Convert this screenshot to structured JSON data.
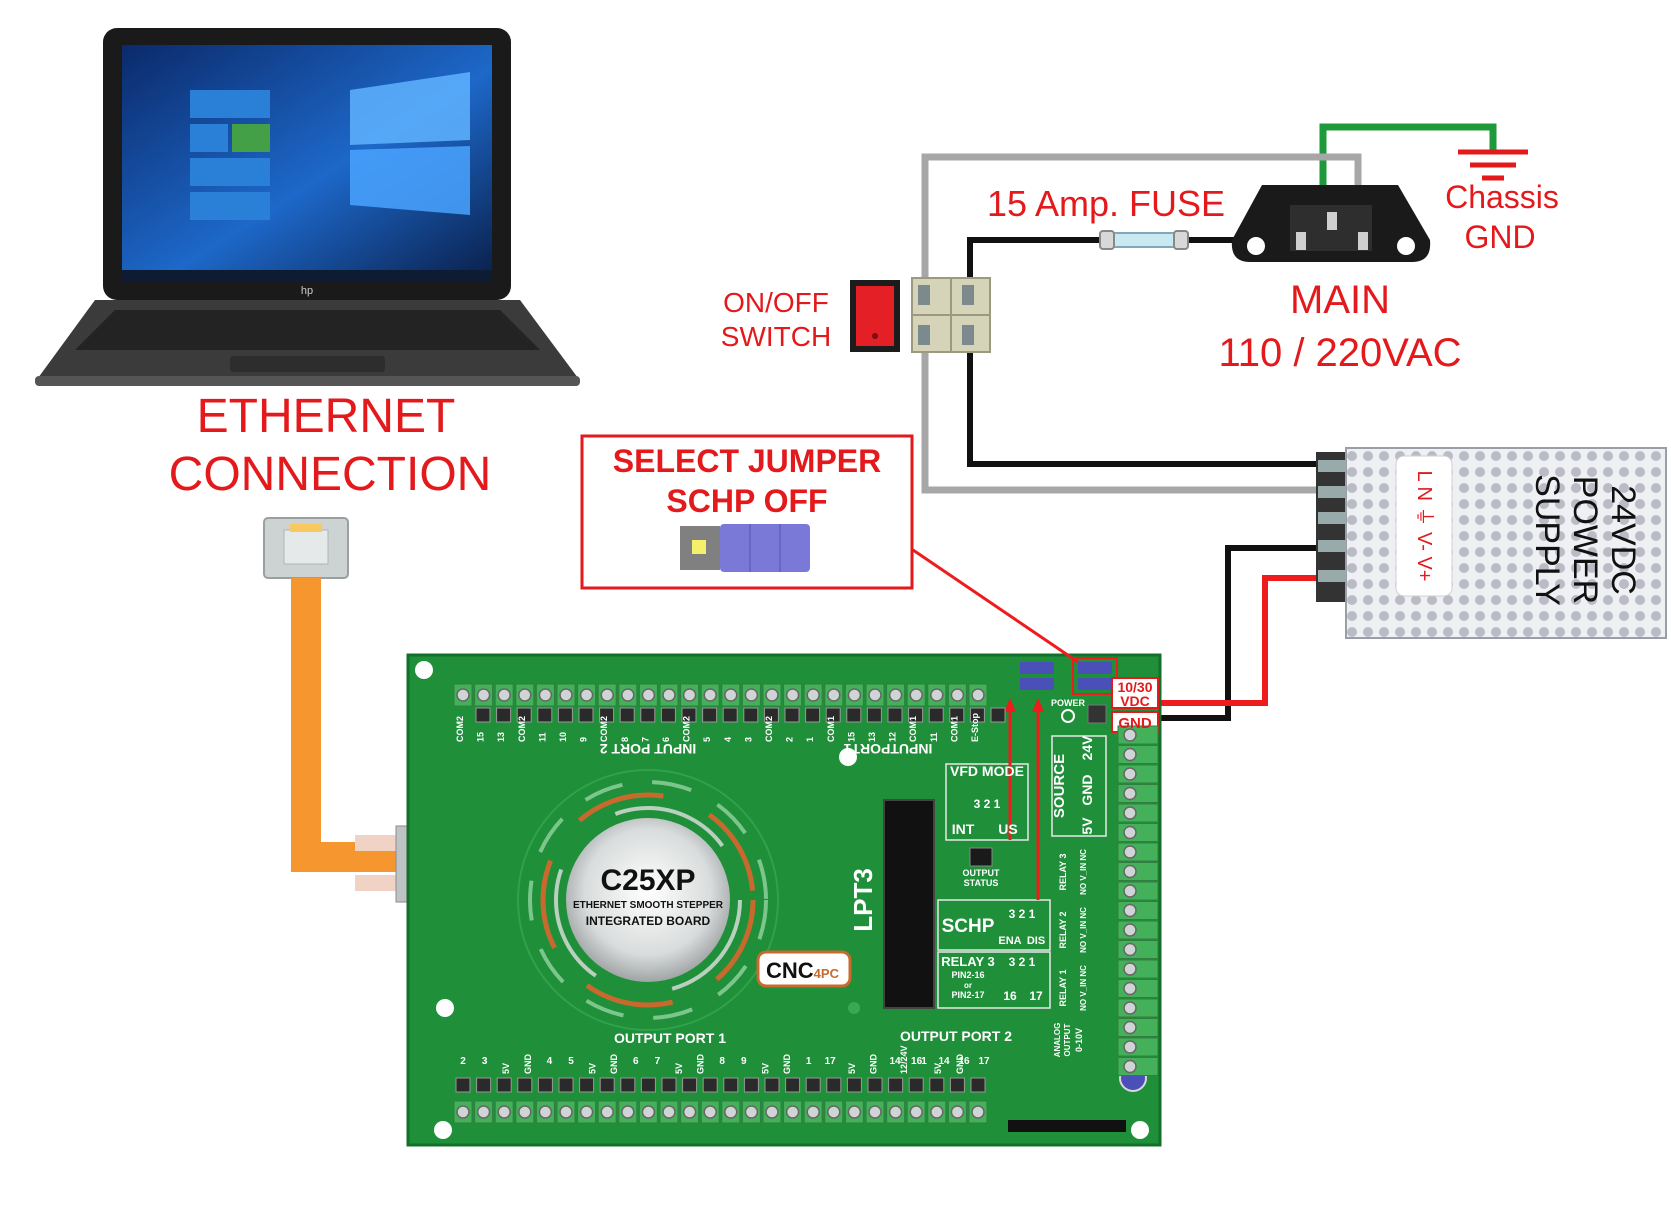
{
  "labels": {
    "ethernet": [
      "ETHERNET",
      "CONNECTION"
    ],
    "select_jumper": [
      "SELECT JUMPER",
      "SCHP OFF"
    ],
    "onoff": [
      "ON/OFF",
      "SWITCH"
    ],
    "fuse": "15 Amp. FUSE",
    "main": [
      "MAIN",
      "110 / 220VAC"
    ],
    "chassis": [
      "Chassis",
      "GND"
    ],
    "power_supply": [
      "24VDC",
      "POWER",
      "SUPPLY"
    ],
    "psu_terminals": "L N ⏚ V- V+",
    "vdc": [
      "10/30",
      "VDC"
    ],
    "gnd": "GND"
  },
  "laptop": {
    "brand": "hp"
  },
  "board": {
    "model": "C25XP",
    "subtitle1": "ETHERNET SMOOTH STEPPER",
    "subtitle2": "INTEGRATED BOARD",
    "brand_main": "CNC",
    "brand_sub": "4PC",
    "input_port2": "INPUT PORT 2",
    "input_port1": "INPUTPORT1",
    "output_port1": "OUTPUT PORT 1",
    "output_port2": "OUTPUT PORT 2",
    "lpt3": "LPT3",
    "vfd_mode": "VFD MODE",
    "vfd_pins": "3 2 1",
    "int": "INT",
    "us": "US",
    "output_status": [
      "OUTPUT",
      "STATUS"
    ],
    "schp": "SCHP",
    "schp_pins": "3 2 1",
    "ena": "ENA",
    "dis": "DIS",
    "relay3_box": [
      "RELAY 3",
      "PIN2-16",
      "or",
      "PIN2-17"
    ],
    "relay3_pins": "3 2 1",
    "p16": "16",
    "p17": "17",
    "power": "POWER",
    "source": "SOURCE",
    "source_cols": [
      "24V",
      "GND",
      "5V"
    ],
    "relay_labels": [
      "RELAY 3",
      "RELAY 2",
      "RELAY 1"
    ],
    "relay_pins": "NO V_IN NC",
    "analog": [
      "ANALOG",
      "OUTPUT",
      "0-10V"
    ],
    "e_stop": "E-Stop",
    "input_labels": [
      "COM2",
      "15",
      "13",
      "COM2",
      "11",
      "10",
      "9",
      "COM2",
      "8",
      "7",
      "6",
      "COM2",
      "5",
      "4",
      "3",
      "COM2",
      "2",
      "1",
      "COM1",
      "15",
      "13",
      "12",
      "COM1",
      "11",
      "COM1",
      "E-Stop"
    ],
    "output1_labels": [
      "2",
      "3",
      "5V",
      "GND",
      "4",
      "5",
      "5V",
      "GND",
      "6",
      "7",
      "5V",
      "GND",
      "8",
      "9",
      "5V",
      "GND",
      "1",
      "17",
      "5V",
      "GND",
      "14",
      "16",
      "5V",
      "GND"
    ],
    "output2_labels": [
      "12/24V",
      "1",
      "14",
      "16",
      "17"
    ]
  },
  "colors": {
    "board": "#1f8f3a",
    "terminal": "#45b05a",
    "label_red": "#e3191c",
    "cable_orange": "#f5962f",
    "wire_green": "#1e9a3a",
    "wire_gray": "#a7a7a7",
    "wire_red": "#ee1c1c",
    "jumper_blue": "#7b79d8"
  }
}
